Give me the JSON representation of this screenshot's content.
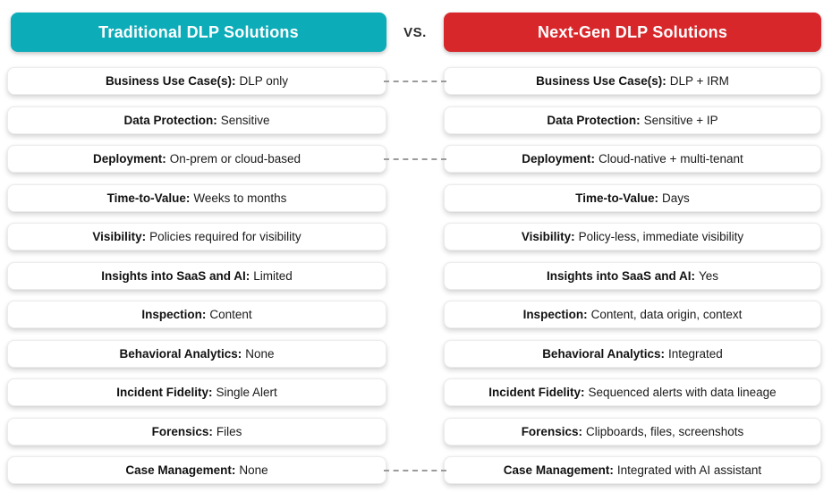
{
  "header": {
    "left_title": "Traditional DLP Solutions",
    "vs_label": "VS.",
    "right_title": "Next-Gen DLP Solutions"
  },
  "colors": {
    "traditional_header_bg": "#0CACB9",
    "nextgen_header_bg": "#D8272B",
    "connector_dash": "#9B9B9B"
  },
  "rows": [
    {
      "label": "Business Use Case(s):",
      "traditional": "DLP only",
      "nextgen": "DLP + IRM",
      "connected": true
    },
    {
      "label": "Data Protection:",
      "traditional": "Sensitive",
      "nextgen": "Sensitive + IP",
      "connected": false
    },
    {
      "label": "Deployment:",
      "traditional": "On-prem or cloud-based",
      "nextgen": "Cloud-native + multi-tenant",
      "connected": true
    },
    {
      "label": "Time-to-Value:",
      "traditional": "Weeks to months",
      "nextgen": "Days",
      "connected": false
    },
    {
      "label": "Visibility:",
      "traditional": "Policies required for visibility",
      "nextgen": "Policy-less, immediate visibility",
      "connected": false
    },
    {
      "label": "Insights into SaaS and AI:",
      "traditional": "Limited",
      "nextgen": "Yes",
      "connected": false
    },
    {
      "label": "Inspection:",
      "traditional": "Content",
      "nextgen": "Content, data origin, context",
      "connected": false
    },
    {
      "label": "Behavioral Analytics:",
      "traditional": "None",
      "nextgen": "Integrated",
      "connected": false
    },
    {
      "label": "Incident Fidelity:",
      "traditional": "Single Alert",
      "nextgen": "Sequenced alerts with data lineage",
      "connected": false
    },
    {
      "label": "Forensics:",
      "traditional": "Files",
      "nextgen": "Clipboards, files, screenshots",
      "connected": false
    },
    {
      "label": "Case Management:",
      "traditional": "None",
      "nextgen": "Integrated with AI assistant",
      "connected": true
    }
  ]
}
